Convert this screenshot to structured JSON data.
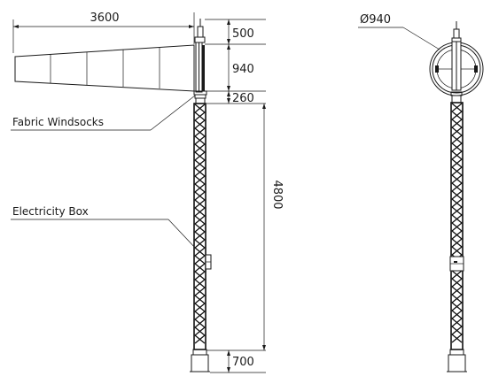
{
  "dimensions": {
    "windsock_length": "3600",
    "mast_top": "500",
    "sock_height": "940",
    "collar": "260",
    "pole_height": "4800",
    "base": "700",
    "ring_diameter": "Ø940"
  },
  "labels": {
    "fabric_windsocks": "Fabric Windsocks",
    "electricity_box": "Electricity Box"
  },
  "colors": {
    "line": "#1a1a1a",
    "background": "#ffffff"
  }
}
